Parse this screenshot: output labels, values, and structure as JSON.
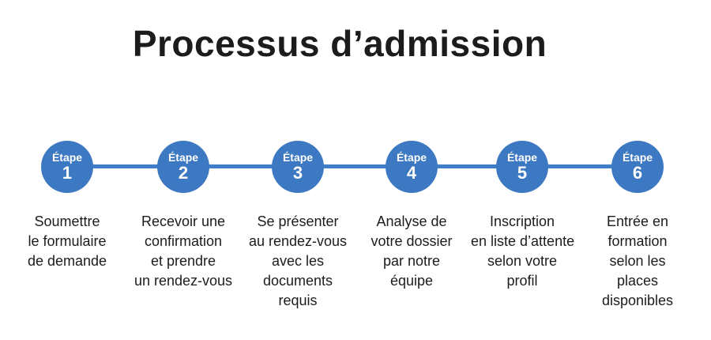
{
  "title": "Processus d’admission",
  "colors": {
    "accent": "#3d78c2",
    "connector": "#3f7ec9",
    "text": "#1c1c1c"
  },
  "steps": [
    {
      "label": "Étape",
      "number": "1",
      "lines": [
        "Soumettre",
        "le formulaire",
        "de demande"
      ]
    },
    {
      "label": "Étape",
      "number": "2",
      "lines": [
        "Recevoir une",
        "confirmation",
        "et prendre",
        "un rendez-vous"
      ]
    },
    {
      "label": "Étape",
      "number": "3",
      "lines": [
        "Se présenter",
        "au rendez-vous",
        "avec les",
        "documents",
        "requis"
      ]
    },
    {
      "label": "Étape",
      "number": "4",
      "lines": [
        "Analyse de",
        "votre dossier",
        "par notre",
        "équipe"
      ]
    },
    {
      "label": "Étape",
      "number": "5",
      "lines": [
        "Inscription",
        "en liste d’attente",
        "selon votre",
        "profil"
      ]
    },
    {
      "label": "Étape",
      "number": "6",
      "lines": [
        "Entrée en",
        "formation",
        "selon les",
        "places",
        "disponibles"
      ]
    }
  ]
}
